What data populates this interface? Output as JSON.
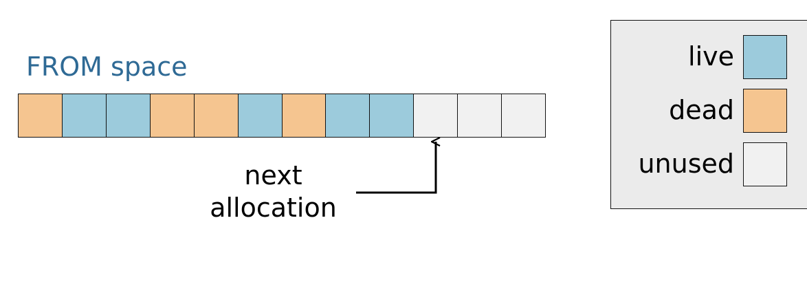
{
  "title": "FROM space",
  "colors": {
    "live": "#9ccbdc",
    "dead": "#f5c590",
    "unused": "#f1f1f1",
    "title": "#2f6a95",
    "legend_bg": "#ebebeb"
  },
  "memory": {
    "cells": [
      "dead",
      "live",
      "live",
      "dead",
      "dead",
      "live",
      "dead",
      "live",
      "live",
      "unused",
      "unused",
      "unused"
    ],
    "next_allocation_index": 9
  },
  "pointer": {
    "line1": "next",
    "line2": "allocation"
  },
  "legend": {
    "items": [
      {
        "label": "live",
        "state": "live"
      },
      {
        "label": "dead",
        "state": "dead"
      },
      {
        "label": "unused",
        "state": "unused"
      }
    ]
  }
}
